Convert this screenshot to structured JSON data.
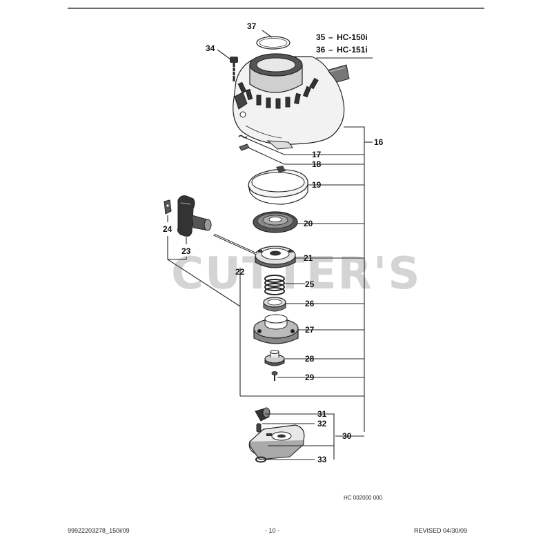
{
  "models": [
    {
      "number": "35",
      "name": "HC-150i"
    },
    {
      "number": "36",
      "name": "HC-151i"
    }
  ],
  "callouts": [
    "37",
    "34",
    "16",
    "17",
    "18",
    "19",
    "20",
    "21",
    "22",
    "23",
    "24",
    "25",
    "26",
    "27",
    "28",
    "29",
    "30",
    "31",
    "32",
    "33"
  ],
  "watermark": "CUTTER'S",
  "diagram_code": "HC 002000 000",
  "footer": {
    "left": "99922203278_150i/09",
    "center": "- 10 -",
    "right": "REVISED 04/30/09"
  }
}
